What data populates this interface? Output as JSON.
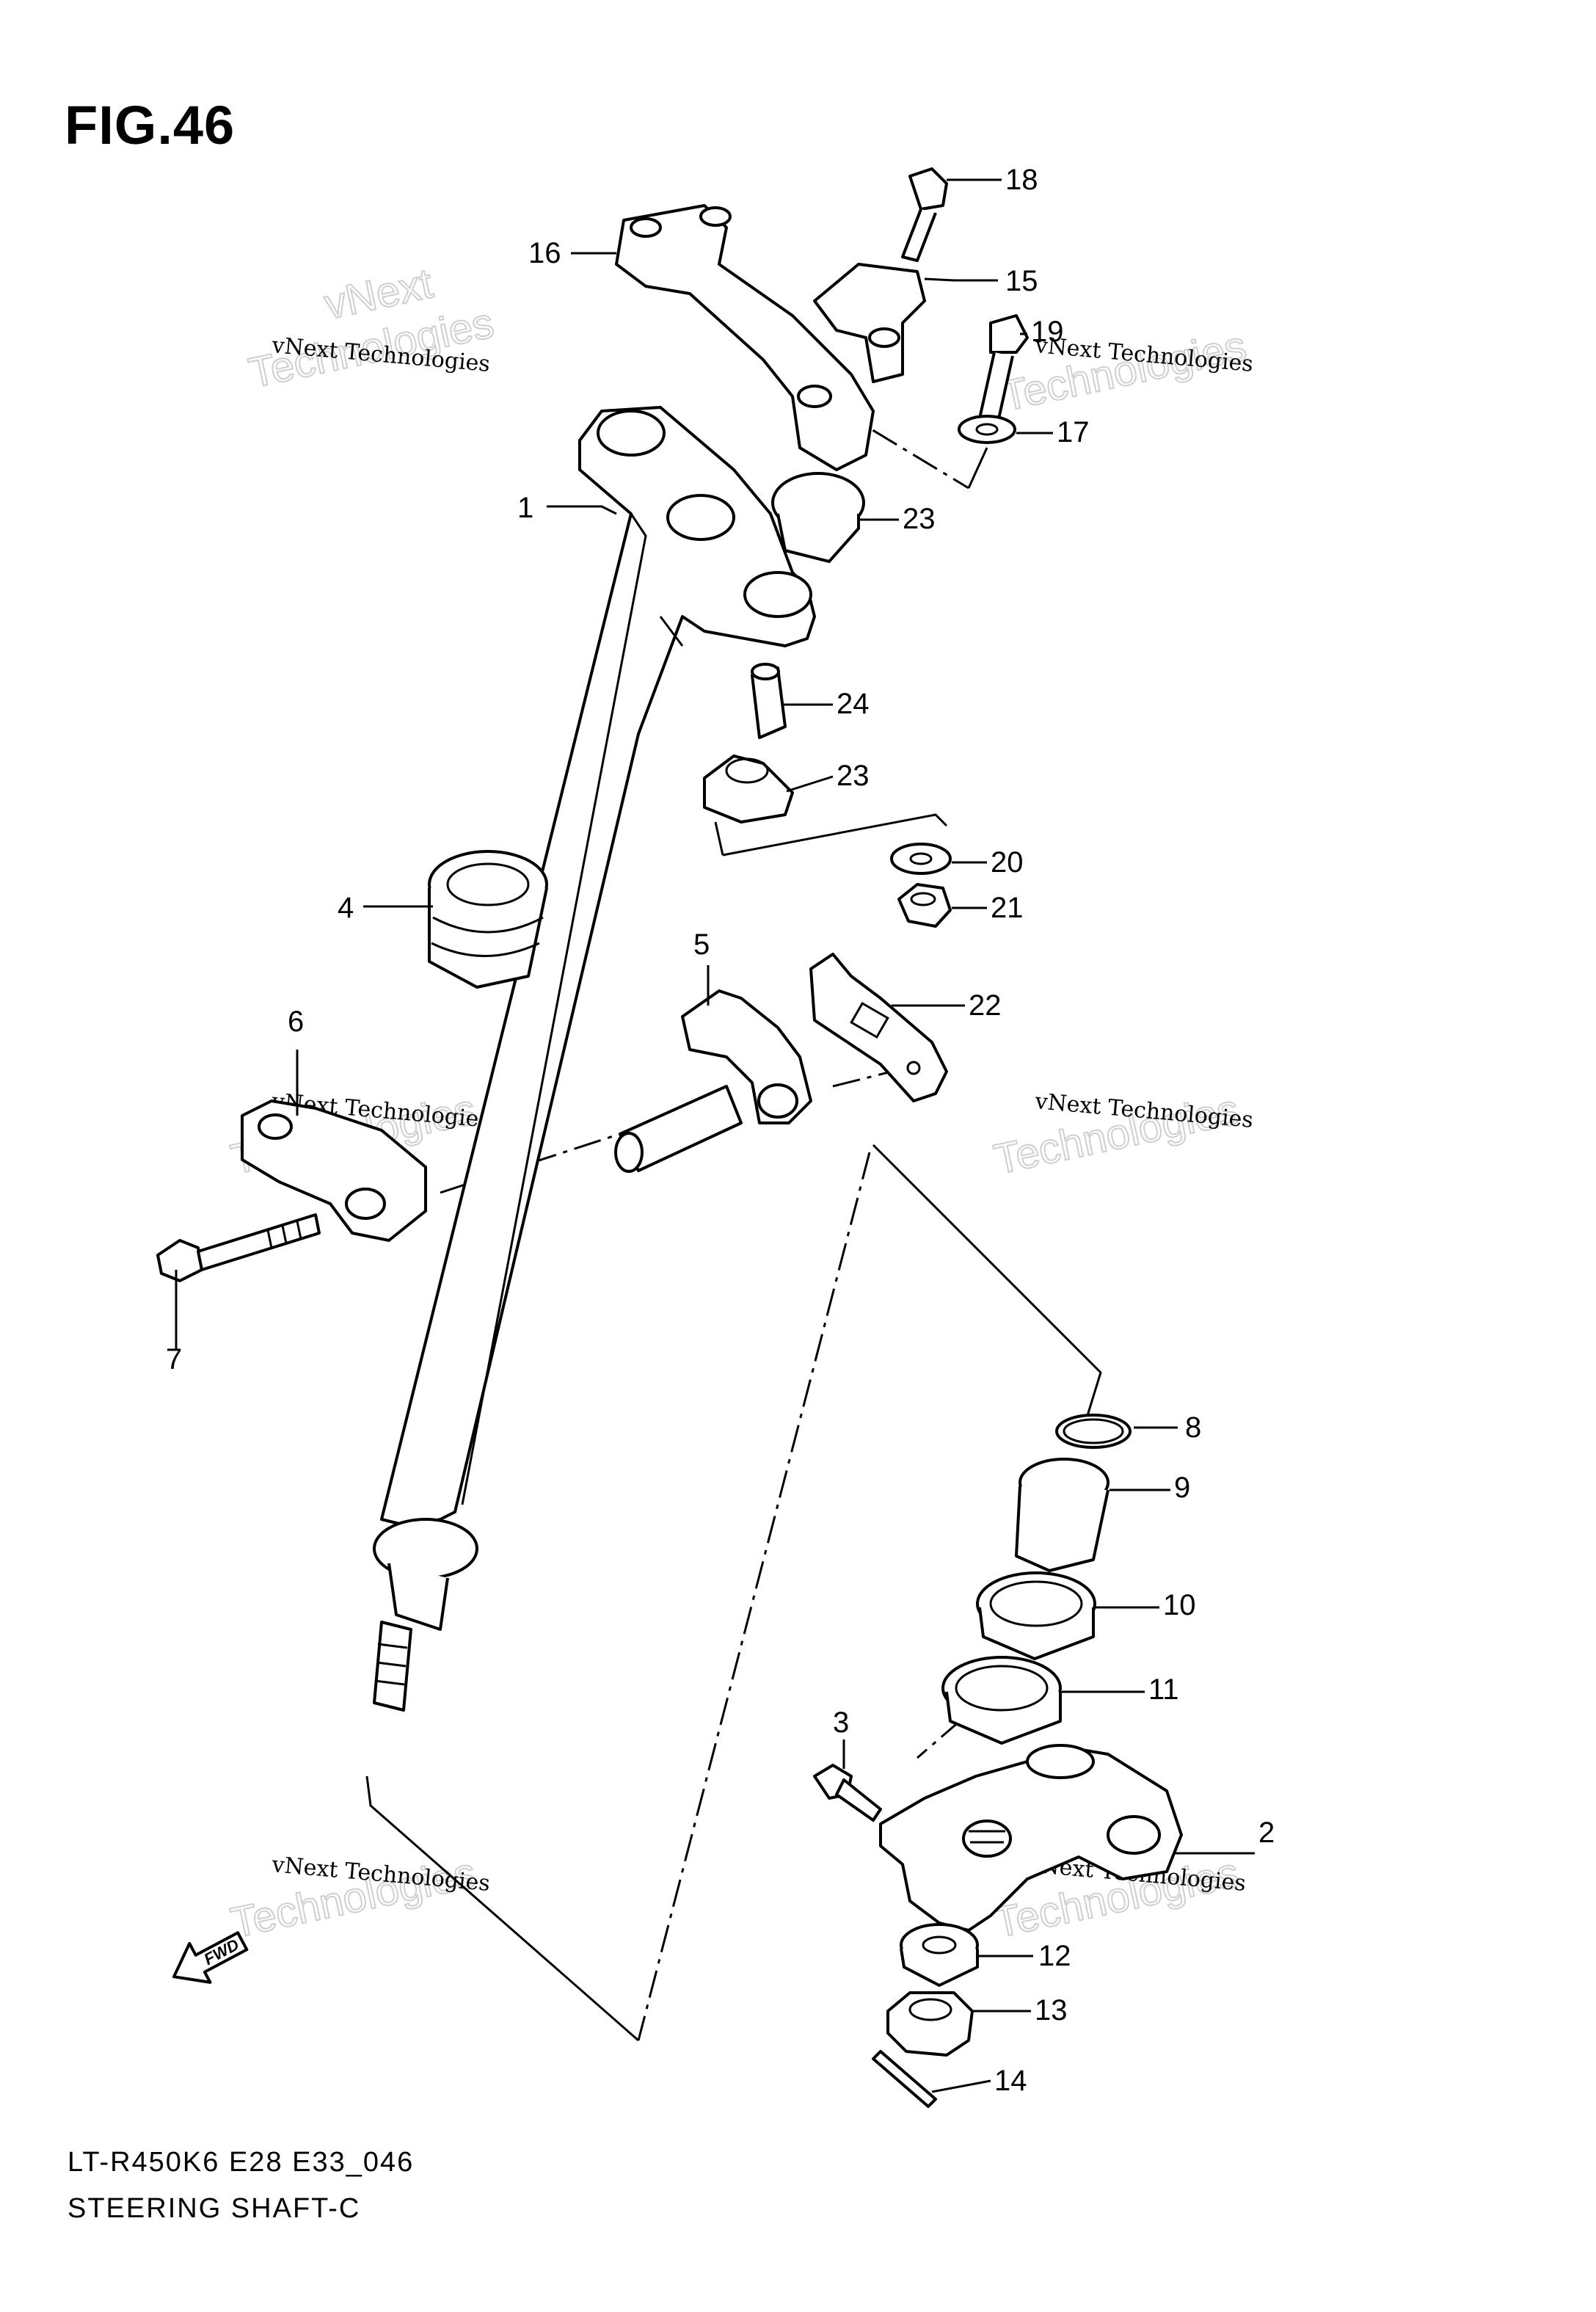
{
  "figure": {
    "title": "FIG.46",
    "model_code": "LT-R450K6 E28 E33_046",
    "name": "STEERING SHAFT-C",
    "fwd_label": "FWD"
  },
  "watermark": {
    "line1": "vNext Technologies",
    "line2": "Technologies",
    "line3": "vNext"
  },
  "callouts": [
    "1",
    "2",
    "3",
    "4",
    "5",
    "6",
    "7",
    "8",
    "9",
    "10",
    "11",
    "12",
    "13",
    "14",
    "15",
    "16",
    "17",
    "18",
    "19",
    "20",
    "21",
    "22",
    "23",
    "23",
    "24"
  ]
}
